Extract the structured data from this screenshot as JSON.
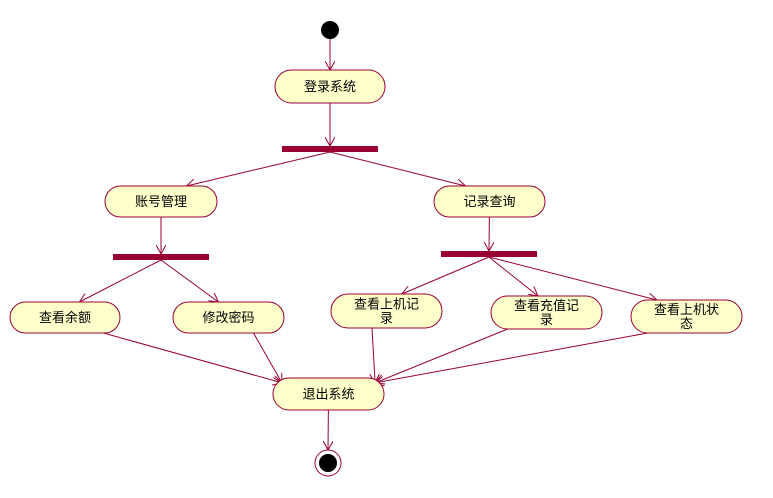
{
  "diagram": {
    "type": "uml-activity",
    "colors": {
      "node_fill": "#FFFFCC",
      "node_stroke": "#990033",
      "edge": "#990033",
      "bar": "#990033",
      "start": "#000000"
    },
    "nodes": {
      "login": {
        "lines": [
          "登录系统"
        ]
      },
      "account_mgmt": {
        "lines": [
          "账号管理"
        ]
      },
      "record_query": {
        "lines": [
          "记录查询"
        ]
      },
      "view_balance": {
        "lines": [
          "查看余额"
        ]
      },
      "change_password": {
        "lines": [
          "修改密码"
        ]
      },
      "view_online_record": {
        "lines": [
          "查看上机记",
          "录"
        ]
      },
      "view_recharge_record": {
        "lines": [
          "查看充值记",
          "录"
        ]
      },
      "view_online_status": {
        "lines": [
          "查看上机状",
          "态"
        ]
      },
      "logout": {
        "lines": [
          "退出系统"
        ]
      }
    },
    "edges": [
      [
        "start",
        "login"
      ],
      [
        "login",
        "fork_main"
      ],
      [
        "fork_main",
        "account_mgmt"
      ],
      [
        "fork_main",
        "record_query"
      ],
      [
        "account_mgmt",
        "fork_account"
      ],
      [
        "fork_account",
        "view_balance"
      ],
      [
        "fork_account",
        "change_password"
      ],
      [
        "record_query",
        "fork_query"
      ],
      [
        "fork_query",
        "view_online_record"
      ],
      [
        "fork_query",
        "view_recharge_record"
      ],
      [
        "fork_query",
        "view_online_status"
      ],
      [
        "view_balance",
        "logout"
      ],
      [
        "change_password",
        "logout"
      ],
      [
        "view_online_record",
        "logout"
      ],
      [
        "view_recharge_record",
        "logout"
      ],
      [
        "view_online_status",
        "logout"
      ],
      [
        "logout",
        "end"
      ]
    ]
  }
}
